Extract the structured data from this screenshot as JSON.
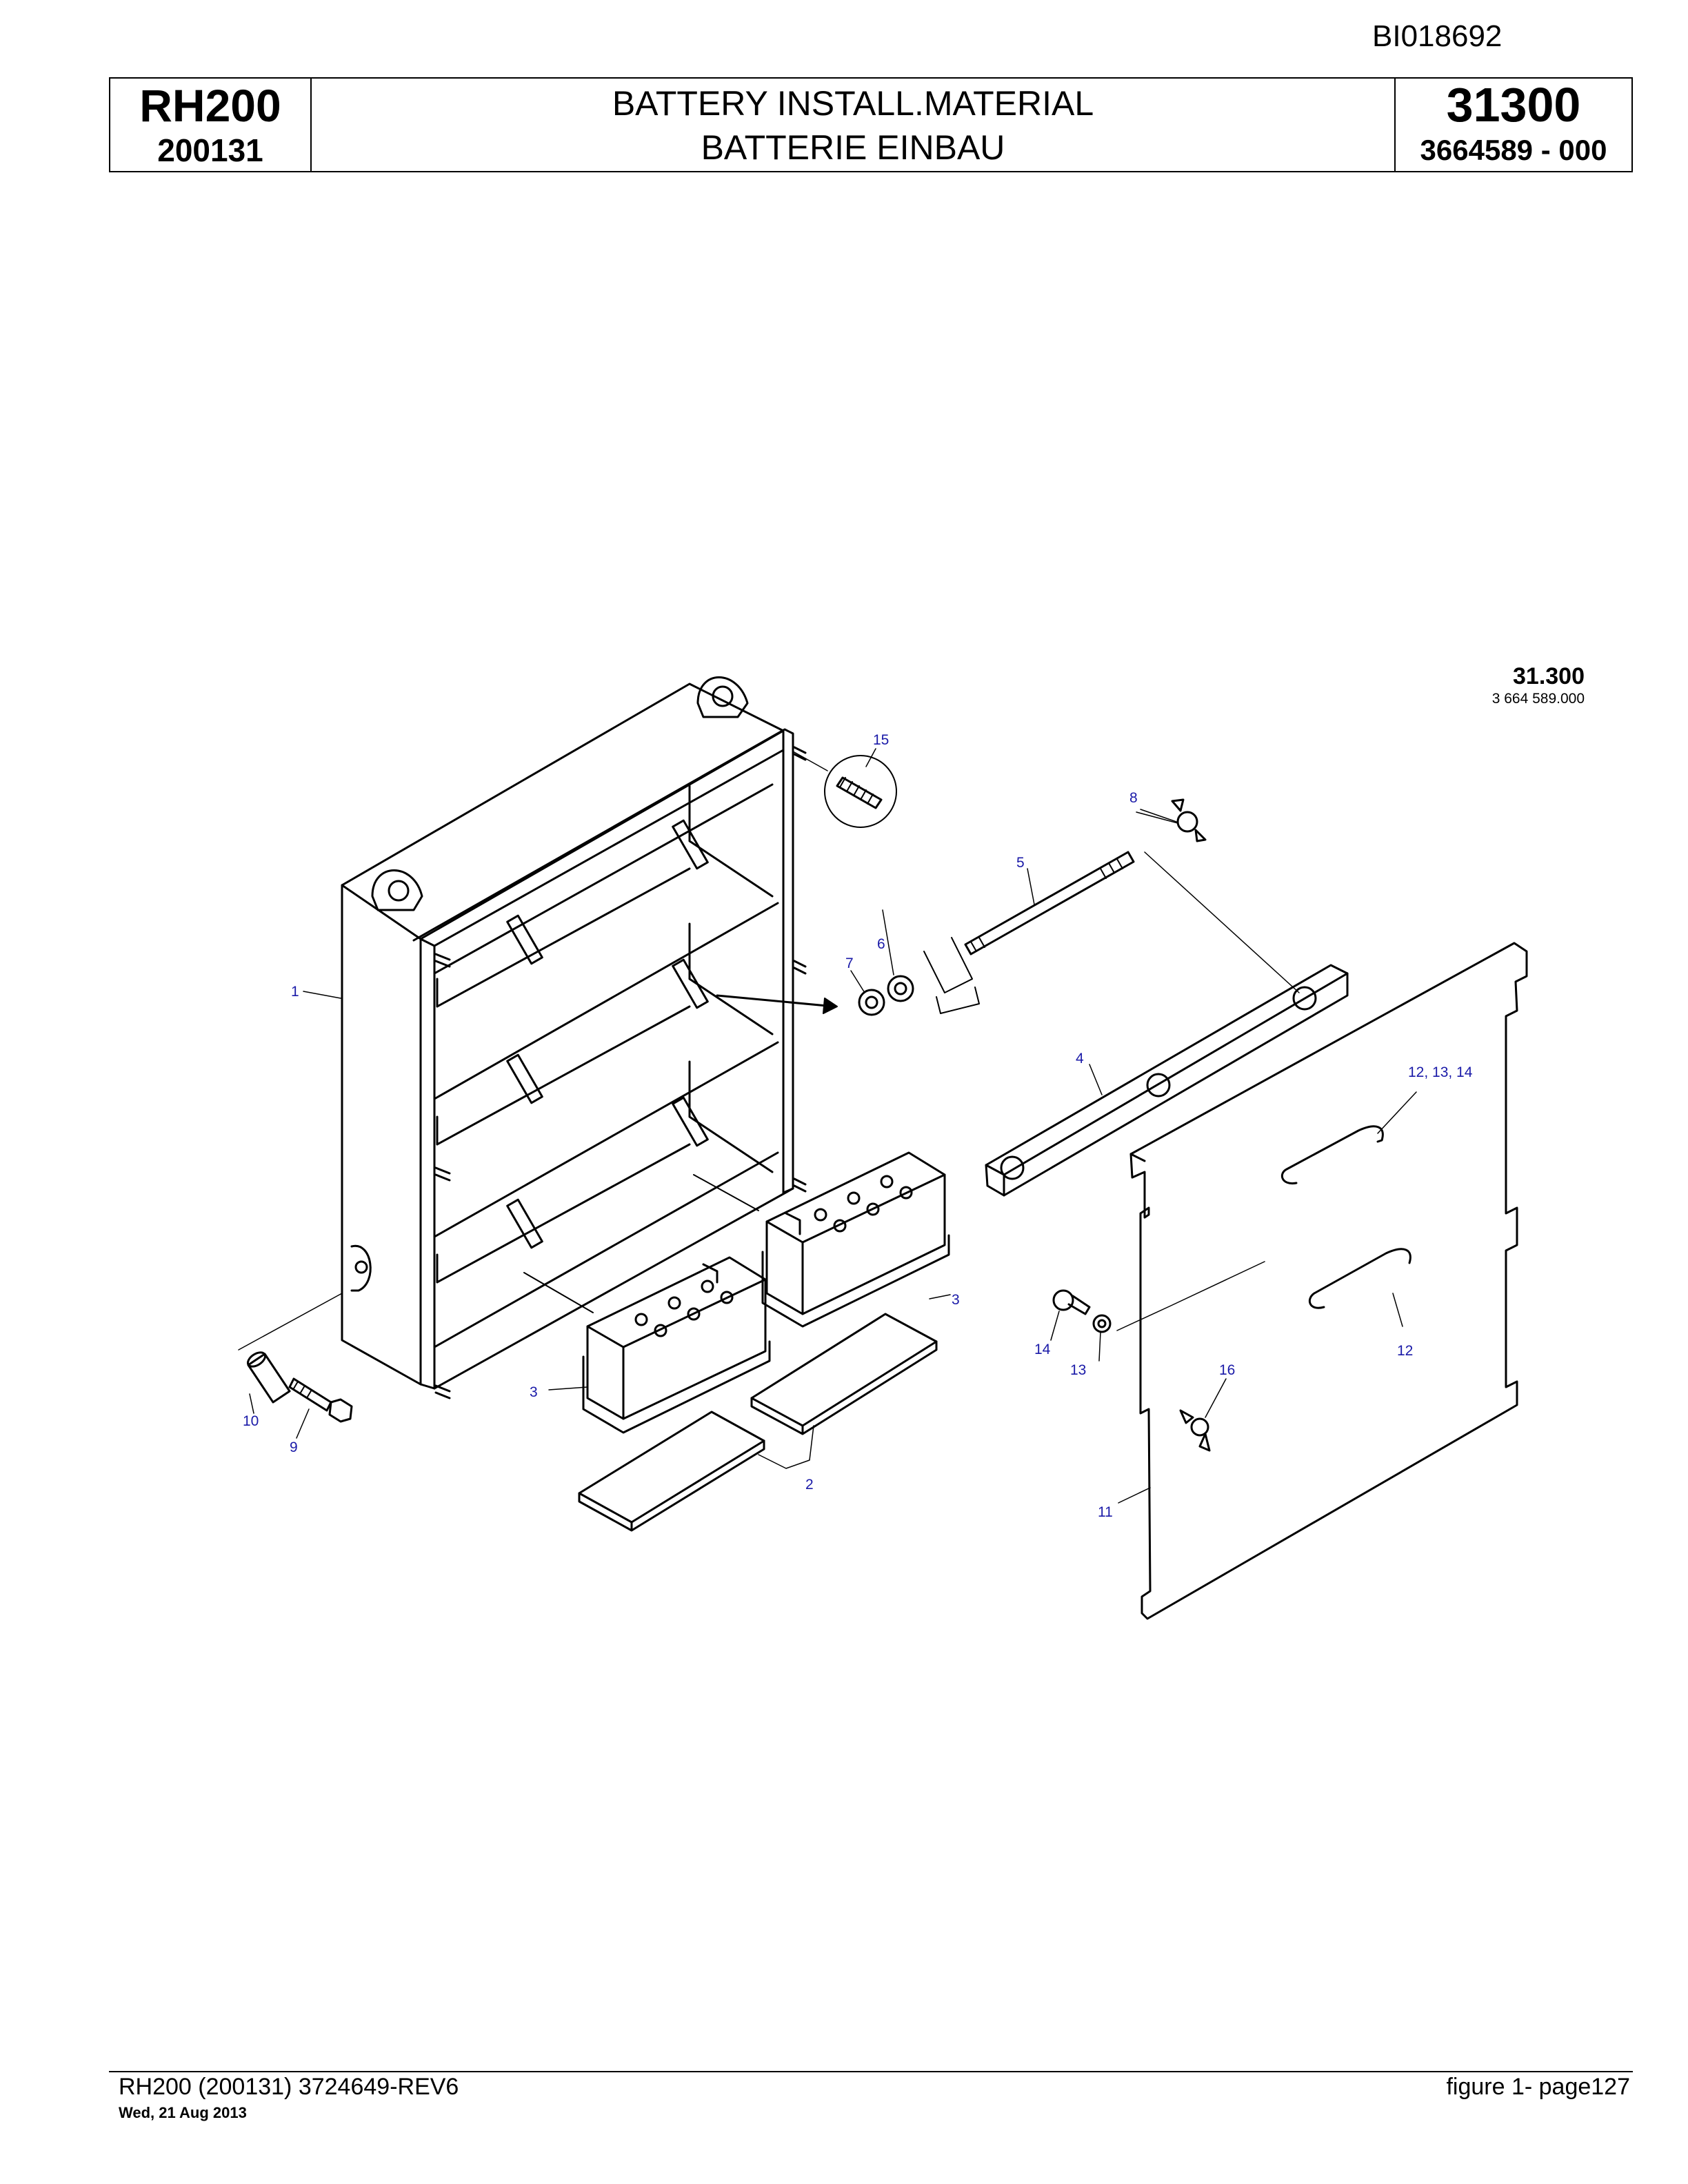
{
  "doc_id": "BI018692",
  "header": {
    "model": "RH200",
    "serial": "200131",
    "title_en": "BATTERY INSTALL.MATERIAL",
    "title_de": "BATTERIE EINBAU",
    "group": "31300",
    "part_number": "3664589  - 000"
  },
  "section": {
    "number": "31.300",
    "subtitle": "3 664 589.000"
  },
  "callouts": [
    "1",
    "2",
    "3",
    "3",
    "4",
    "5",
    "6",
    "7",
    "8",
    "9",
    "10",
    "11",
    "12, 13, 14",
    "12",
    "13",
    "14",
    "15",
    "16"
  ],
  "footer": {
    "left": "RH200 (200131) 3724649-REV6",
    "date": "Wed, 21 Aug 2013",
    "right": "figure  1- page127"
  },
  "colors": {
    "callout": "#1a1aa8",
    "line": "#000000"
  }
}
